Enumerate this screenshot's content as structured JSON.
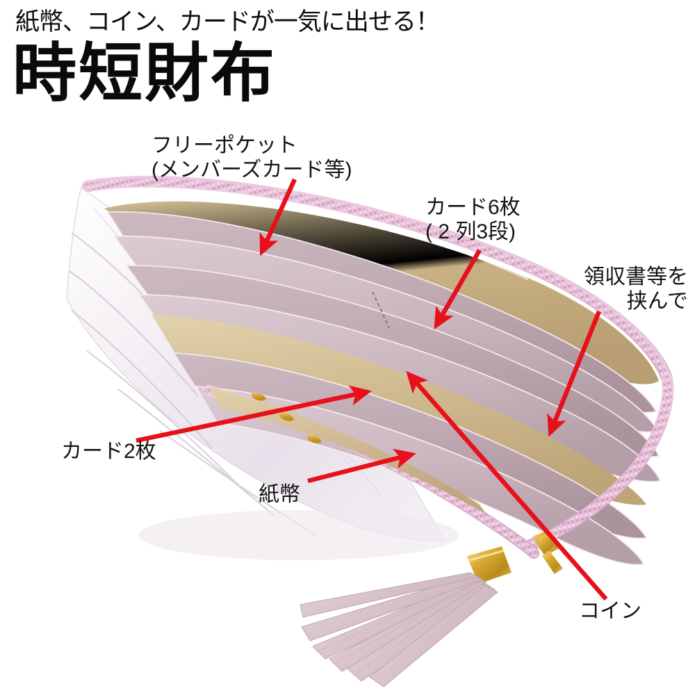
{
  "header": {
    "subtitle": "紙幣、コイン、カードが一気に出せる！",
    "title": "時短財布"
  },
  "callouts": [
    {
      "id": "free-pocket",
      "line1": "フリーポケット",
      "line2": "(メンバーズカード等)"
    },
    {
      "id": "card-6",
      "line1": "カード6枚",
      "line2": "( 2 列3段)"
    },
    {
      "id": "receipt",
      "line1": "領収書等を",
      "line2": "挟んで"
    },
    {
      "id": "card-2",
      "line1": "カード2枚",
      "line2": ""
    },
    {
      "id": "bill",
      "line1": "紙幣",
      "line2": ""
    },
    {
      "id": "coin",
      "line1": "コイン",
      "line2": ""
    }
  ],
  "colors": {
    "background": "#ffffff",
    "text": "#141414",
    "arrow": "#e8101a",
    "leather_exterior": "#f0ecef",
    "leather_interior": "#bfaab3",
    "lining_gold": "#c9b184",
    "zipper_pink": "#e3bcd2",
    "hardware_gold": "#d4a829"
  },
  "product": {
    "name": "時短財布",
    "tassel": "leather-tassel",
    "zipper": "round-zipper"
  }
}
